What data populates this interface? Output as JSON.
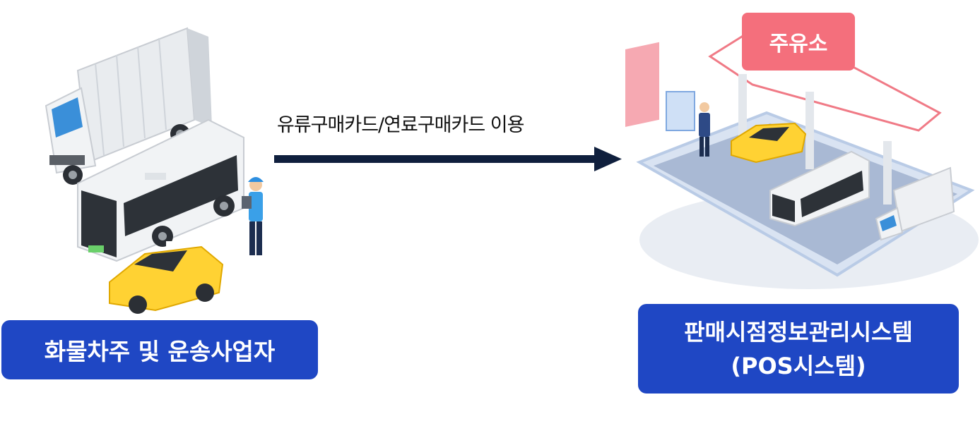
{
  "left": {
    "label": "화물차주 및 운송사업자"
  },
  "arrow": {
    "label": "유류구매카드/연료구매카드 이용"
  },
  "right": {
    "sign": "주유소",
    "label_line1": "판매시점정보관리시스템",
    "label_line2": "(POS시스템)"
  },
  "colors": {
    "label_bg": "#1f47c4",
    "sign_bg": "#f46f7c",
    "arrow": "#0f1f3d"
  },
  "icons": [
    "truck-icon",
    "bus-icon",
    "taxi-icon",
    "worker-icon",
    "gas-station-icon",
    "smartphone-icon"
  ]
}
